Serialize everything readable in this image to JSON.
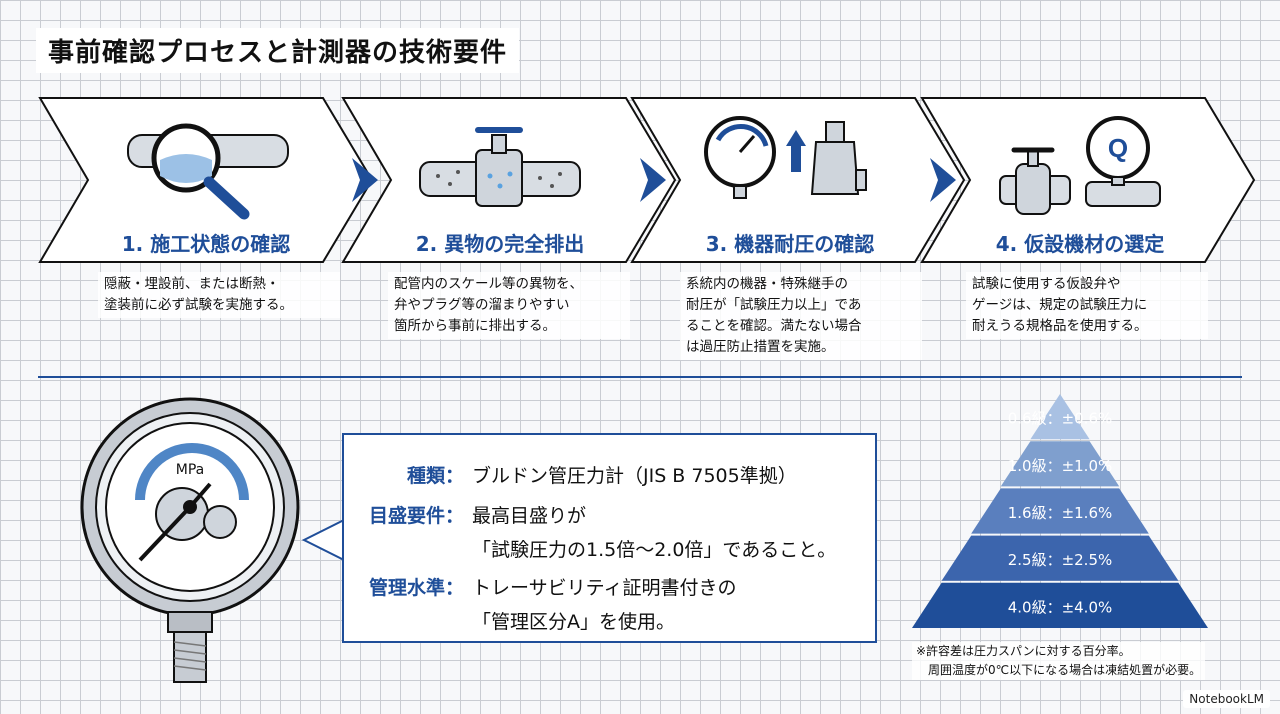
{
  "title": "事前確認プロセスと計測器の技術要件",
  "steps": [
    {
      "label": "1. 施工状態の確認",
      "desc": [
        "隠蔽・埋設前、または断熱・",
        "塗装前に必ず試験を実施する。"
      ],
      "icon": "pipe-magnifier-icon"
    },
    {
      "label": "2. 異物の完全排出",
      "desc": [
        "配管内のスケール等の異物を、",
        "弁やプラグ等の溜まりやすい",
        "箇所から事前に排出する。"
      ],
      "icon": "valve-debris-icon"
    },
    {
      "label": "3. 機器耐圧の確認",
      "desc": [
        "系統内の機器・特殊継手の",
        "耐圧が「試験圧力以上」であ",
        "ることを確認。満たない場合",
        "は過圧防止措置を実施。"
      ],
      "icon": "gauge-relief-valve-icon"
    },
    {
      "label": "4. 仮設機材の選定",
      "desc": [
        "試験に使用する仮設弁や",
        "ゲージは、規定の試験圧力に",
        "耐えうる規格品を使用する。"
      ],
      "icon": "valve-gauge-q-icon"
    }
  ],
  "gauge": {
    "unit": "MPa"
  },
  "spec": {
    "type_label": "種類：",
    "type_value": "ブルドン管圧力計（JIS B 7505準拠）",
    "scale_label": "目盛要件：",
    "scale_value1": "最高目盛りが",
    "scale_value2": "「試験圧力の1.5倍〜2.0倍」であること。",
    "mgmt_label": "管理水準：",
    "mgmt_value1": "トレーサビリティ証明書付きの",
    "mgmt_value2": "「管理区分A」を使用。"
  },
  "pyramid": {
    "levels": [
      "0.6級：±0.6%",
      "1.0級：±1.0%",
      "1.6級：±1.6%",
      "2.5級：±2.5%",
      "4.0級：±4.0%"
    ],
    "colors": [
      "#a9c1e3",
      "#7f9fce",
      "#5a7fbe",
      "#3c65ad",
      "#1f4e99"
    ]
  },
  "note": [
    "※許容差は圧力スパンに対する百分率。",
    "周囲温度が0℃以下になる場合は凍結処置が必要。"
  ],
  "brand": "NotebookLM"
}
